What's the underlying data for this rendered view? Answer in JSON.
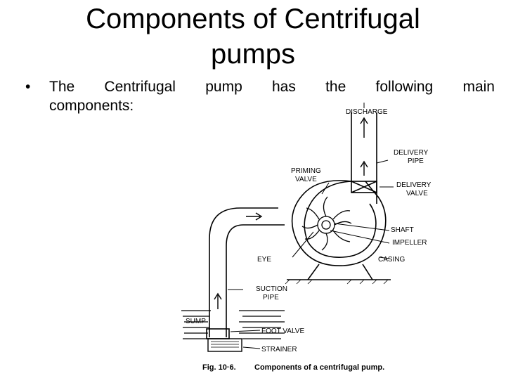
{
  "slide": {
    "title_line1": "Components of Centrifugal",
    "title_line2": "pumps",
    "bullet": {
      "symbol": "•",
      "words_line1": [
        "The",
        "Centrifugal",
        "pump",
        "has",
        "the",
        "following",
        "main"
      ],
      "line2": "components:"
    }
  },
  "figure": {
    "labels": {
      "discharge": "DISCHARGE",
      "delivery_pipe_1": "DELIVERY",
      "delivery_pipe_2": "PIPE",
      "priming_valve_1": "PRIMING",
      "priming_valve_2": "VALVE",
      "delivery_valve_1": "DELIVERY",
      "delivery_valve_2": "VALVE",
      "shaft": "SHAFT",
      "impeller": "IMPELLER",
      "eye": "EYE",
      "casing": "CASING",
      "suction_pipe_1": "SUCTION",
      "suction_pipe_2": "PIPE",
      "sump": "SUMP",
      "foot_valve": "FOOT VALVE",
      "strainer": "STRAINER"
    },
    "caption_number": "Fig. 10·6.",
    "caption_text": "Components of a centrifugal pump."
  }
}
